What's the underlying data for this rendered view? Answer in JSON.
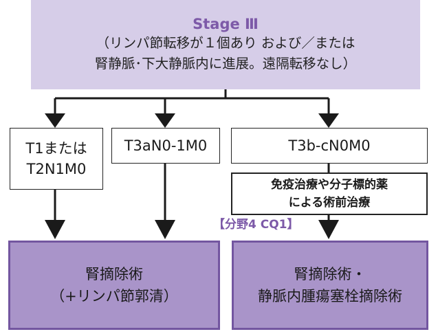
{
  "stage": {
    "title": "Stage Ⅲ",
    "desc_line1": "（リンパ節転移が１個あり および／または",
    "desc_line2": "腎静脈･下大静脈内に進展。遠隔転移なし）"
  },
  "categories": [
    {
      "line1": "T1または",
      "line2": "T2N1M0"
    },
    {
      "line1": "T3aN0-1M0"
    },
    {
      "line1": "T3b-cN0M0"
    }
  ],
  "neoadjuvant": {
    "line1": "免疫治療や分子標的薬",
    "line2": "による術前治療"
  },
  "guideline_label": "【分野4 CQ1】",
  "outcomes": [
    {
      "line1": "腎摘除術",
      "line2": "（+リンパ節郭清）"
    },
    {
      "line1": "腎摘除術・",
      "line2": "静脈内腫瘍塞栓摘除術"
    }
  ],
  "colors": {
    "stage_bg": "#d6cde8",
    "accent_purple": "#7d5aa8",
    "outcome_bg": "#a994c9",
    "outcome_border": "#7356a0"
  }
}
